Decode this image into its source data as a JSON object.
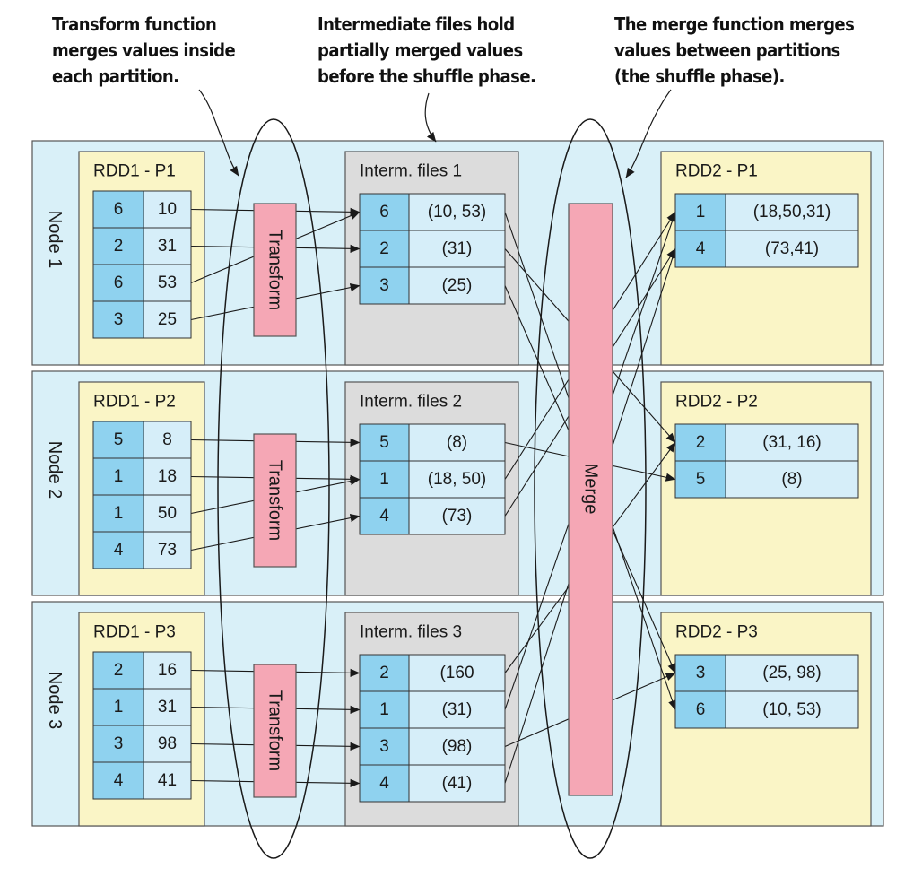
{
  "annotations": {
    "transform": [
      "Transform function",
      "merges values inside",
      "each partition."
    ],
    "intermediate": [
      "Intermediate files hold",
      "partially merged values",
      "before the shuffle phase."
    ],
    "merge": [
      "The merge function merges",
      "values between partitions",
      "(the shuffle phase)."
    ]
  },
  "transform_label": "Transform",
  "merge_label": "Merge",
  "nodes": [
    {
      "name": "Node 1",
      "rdd1": {
        "title": "RDD1 - P1",
        "rows": [
          [
            "6",
            "10"
          ],
          [
            "2",
            "31"
          ],
          [
            "6",
            "53"
          ],
          [
            "3",
            "25"
          ]
        ]
      },
      "interm": {
        "title": "Interm. files 1",
        "rows": [
          [
            "6",
            "(10, 53)"
          ],
          [
            "2",
            "(31)"
          ],
          [
            "3",
            "(25)"
          ]
        ]
      },
      "rdd2": {
        "title": "RDD2 - P1",
        "rows": [
          [
            "1",
            "(18,50,31)"
          ],
          [
            "4",
            "(73,41)"
          ]
        ]
      }
    },
    {
      "name": "Node 2",
      "rdd1": {
        "title": "RDD1 - P2",
        "rows": [
          [
            "5",
            "8"
          ],
          [
            "1",
            "18"
          ],
          [
            "1",
            "50"
          ],
          [
            "4",
            "73"
          ]
        ]
      },
      "interm": {
        "title": "Interm. files 2",
        "rows": [
          [
            "5",
            "(8)"
          ],
          [
            "1",
            "(18, 50)"
          ],
          [
            "4",
            "(73)"
          ]
        ]
      },
      "rdd2": {
        "title": "RDD2 - P2",
        "rows": [
          [
            "2",
            "(31, 16)"
          ],
          [
            "5",
            "(8)"
          ]
        ]
      }
    },
    {
      "name": "Node 3",
      "rdd1": {
        "title": "RDD1 - P3",
        "rows": [
          [
            "2",
            "16"
          ],
          [
            "1",
            "31"
          ],
          [
            "3",
            "98"
          ],
          [
            "4",
            "41"
          ]
        ]
      },
      "interm": {
        "title": "Interm. files 3",
        "rows": [
          [
            "2",
            "(160"
          ],
          [
            "1",
            "(31)"
          ],
          [
            "3",
            "(98)"
          ],
          [
            "4",
            "(41)"
          ]
        ]
      },
      "rdd2": {
        "title": "RDD2 - P3",
        "rows": [
          [
            "3",
            "(25, 98)"
          ],
          [
            "6",
            "(10, 53)"
          ]
        ]
      }
    }
  ],
  "colors": {
    "node_bg": "#d9f0f8",
    "partition_bg": "#faf5c6",
    "interm_bg": "#dcdcdc",
    "key_cell": "#8fd2ef",
    "value_cell": "#d6eef9",
    "transform_fill": "#f5a7b5"
  }
}
